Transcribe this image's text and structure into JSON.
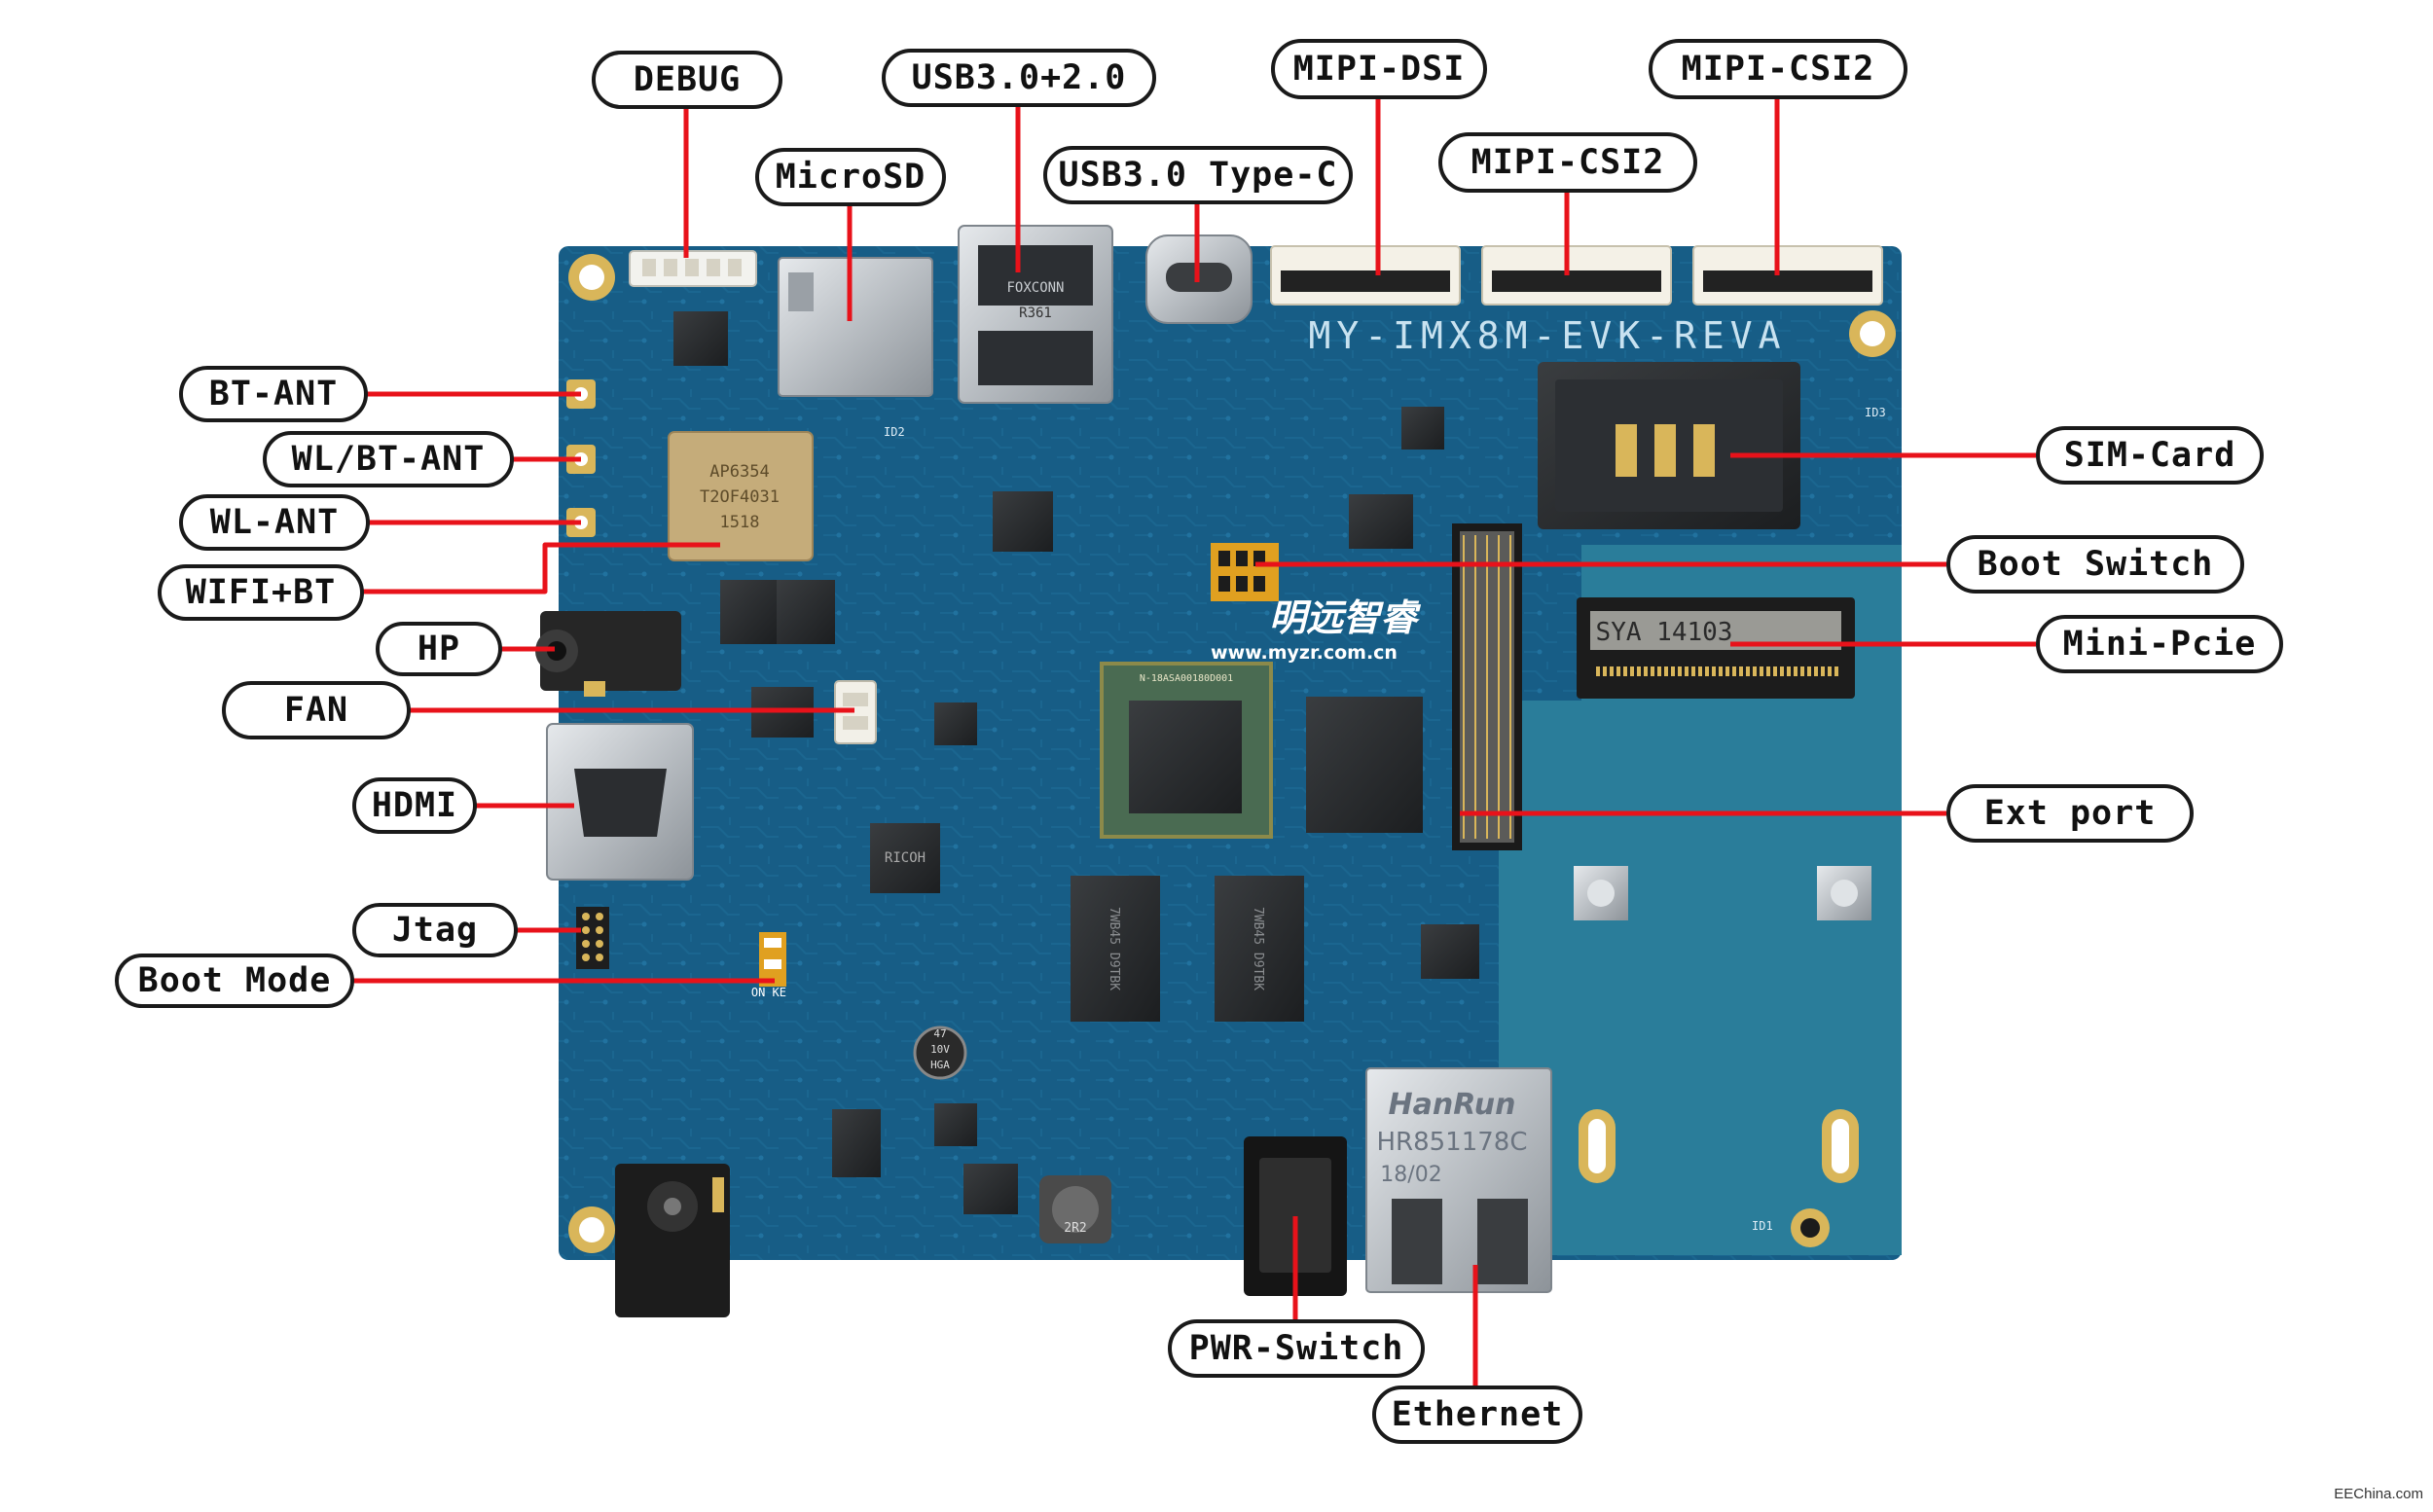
{
  "board": {
    "silkscreen_model": "MY-IMX8M-EVK-REVA",
    "brand_cn": "明远智睿",
    "brand_url": "www.myzr.com.cn",
    "ethernet_brand": "HanRun",
    "ethernet_part": "HR851178C",
    "ethernet_date": "18/02",
    "wifi_module_lines": [
      "AP6354",
      "T2OF4031",
      "1518"
    ],
    "usb_vendor": "FOXCONN",
    "usb_code": "R361",
    "minipcie_mark": "SYA 14103",
    "soc_mark": "N-18ASA00180D001",
    "cap_lines": [
      "47",
      "10V",
      "HGA"
    ],
    "inductor_mark": "2R2",
    "ram_mark": "7WB45 D9TBK",
    "ic_mark": "RICOH",
    "id_labels": [
      "ID2",
      "ID3",
      "ID1"
    ],
    "switch_mark": "ON KE"
  },
  "callouts": [
    {
      "id": "debug",
      "text": "DEBUG"
    },
    {
      "id": "usb3-2",
      "text": "USB3.0+2.0"
    },
    {
      "id": "microsd",
      "text": "MicroSD"
    },
    {
      "id": "usb3-typec",
      "text": "USB3.0 Type-C"
    },
    {
      "id": "mipi-dsi",
      "text": "MIPI-DSI"
    },
    {
      "id": "mipi-csi2-a",
      "text": "MIPI-CSI2"
    },
    {
      "id": "mipi-csi2-b",
      "text": "MIPI-CSI2"
    },
    {
      "id": "bt-ant",
      "text": "BT-ANT"
    },
    {
      "id": "wl-bt-ant",
      "text": "WL/BT-ANT"
    },
    {
      "id": "wl-ant",
      "text": "WL-ANT"
    },
    {
      "id": "wifi-bt",
      "text": "WIFI+BT"
    },
    {
      "id": "hp",
      "text": "HP"
    },
    {
      "id": "fan",
      "text": "FAN"
    },
    {
      "id": "hdmi",
      "text": "HDMI"
    },
    {
      "id": "jtag",
      "text": "Jtag"
    },
    {
      "id": "boot-mode",
      "text": "Boot Mode"
    },
    {
      "id": "sim-card",
      "text": "SIM-Card"
    },
    {
      "id": "boot-switch",
      "text": "Boot Switch"
    },
    {
      "id": "mini-pcie",
      "text": "Mini-Pcie"
    },
    {
      "id": "ext-port",
      "text": "Ext port"
    },
    {
      "id": "pwr-switch",
      "text": "PWR-Switch"
    },
    {
      "id": "ethernet",
      "text": "Ethernet"
    }
  ],
  "watermark": "EEChina.com",
  "colors": {
    "pcb": "#175d86",
    "pcb_dark": "#0f4a6e",
    "pcb_flat": "#2a7d9a",
    "leader": "#e8121a",
    "gold": "#d9b65a",
    "metal": "#c9cdd1"
  }
}
